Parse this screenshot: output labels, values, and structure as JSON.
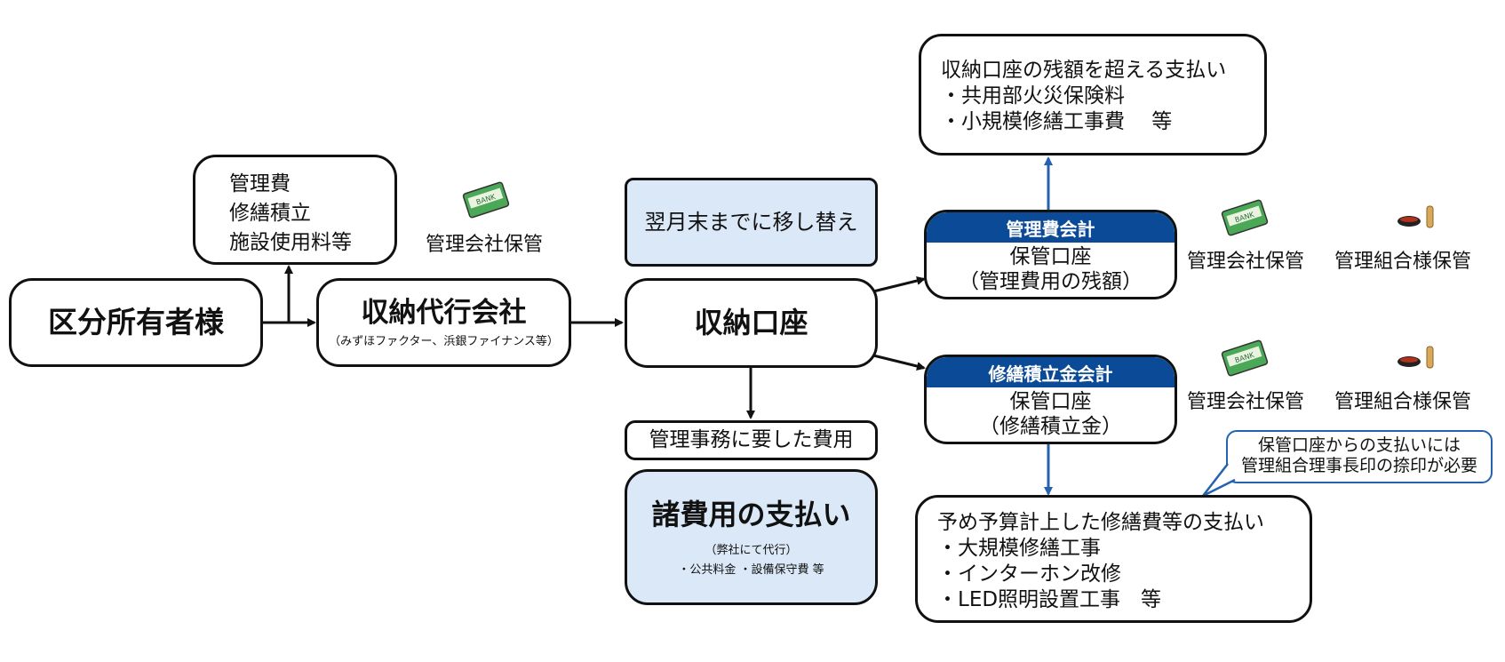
{
  "owner": {
    "label": "区分所有者様"
  },
  "fees": {
    "lines": [
      "管理費",
      "修繕積立",
      "施設使用料等"
    ]
  },
  "agent": {
    "title": "収納代行会社",
    "sub": "（みずほファクター、浜銀ファイナンス等）"
  },
  "storage_label_top": "管理会社保管",
  "transfer": {
    "label": "翌月末までに移し替え"
  },
  "collection": {
    "label": "収納口座"
  },
  "admin_costs": {
    "label": "管理事務に要した費用"
  },
  "payments": {
    "title": "諸費用の支払い",
    "sub": "（弊社にて代行）",
    "items": "・公共料金 ・設備保守費 等"
  },
  "overflow": {
    "lines": [
      "収納口座の残額を超える支払い",
      "・共用部火災保険料",
      "・小規模修繕工事費　 等"
    ]
  },
  "mgmt_account": {
    "header": "管理費会計",
    "line1": "保管口座",
    "line2": "（管理費用の残額）",
    "storage_company": "管理会社保管",
    "storage_union": "管理組合様保管"
  },
  "repair_account": {
    "header": "修繕積立金会計",
    "line1": "保管口座",
    "line2": "（修繕積立金）",
    "storage_company": "管理会社保管",
    "storage_union": "管理組合様保管"
  },
  "callout": {
    "line1": "保管口座からの支払いには",
    "line2": "管理組合理事長印の捺印が必要"
  },
  "planned": {
    "lines": [
      "予め予算計上した修繕費等の支払い",
      "・大規模修繕工事",
      "・インターホン改修",
      "・LED照明設置工事　等"
    ]
  },
  "icons": {
    "bankbook": "bankbook-icon",
    "seal": "seal-icon",
    "bank_text": "BANK"
  },
  "colors": {
    "header_blue": "#0b4a97",
    "box_blue": "#dbe8f7",
    "arrow_blue": "#2462b0"
  }
}
